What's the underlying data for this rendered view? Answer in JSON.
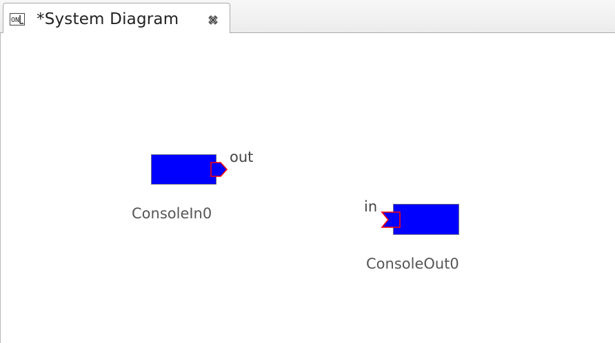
{
  "tab": {
    "icon": "component-diagram-icon",
    "title": "*System Diagram",
    "close_icon": "close-icon"
  },
  "diagram": {
    "components": [
      {
        "name": "ConsoleIn0",
        "port": {
          "label": "out",
          "direction": "output"
        }
      },
      {
        "name": "ConsoleOut0",
        "port": {
          "label": "in",
          "direction": "input"
        }
      }
    ]
  },
  "colors": {
    "component_fill": "#0000ff",
    "port_fill": "#0000ff",
    "port_stroke": "#ff0000",
    "label_text": "#555555"
  }
}
